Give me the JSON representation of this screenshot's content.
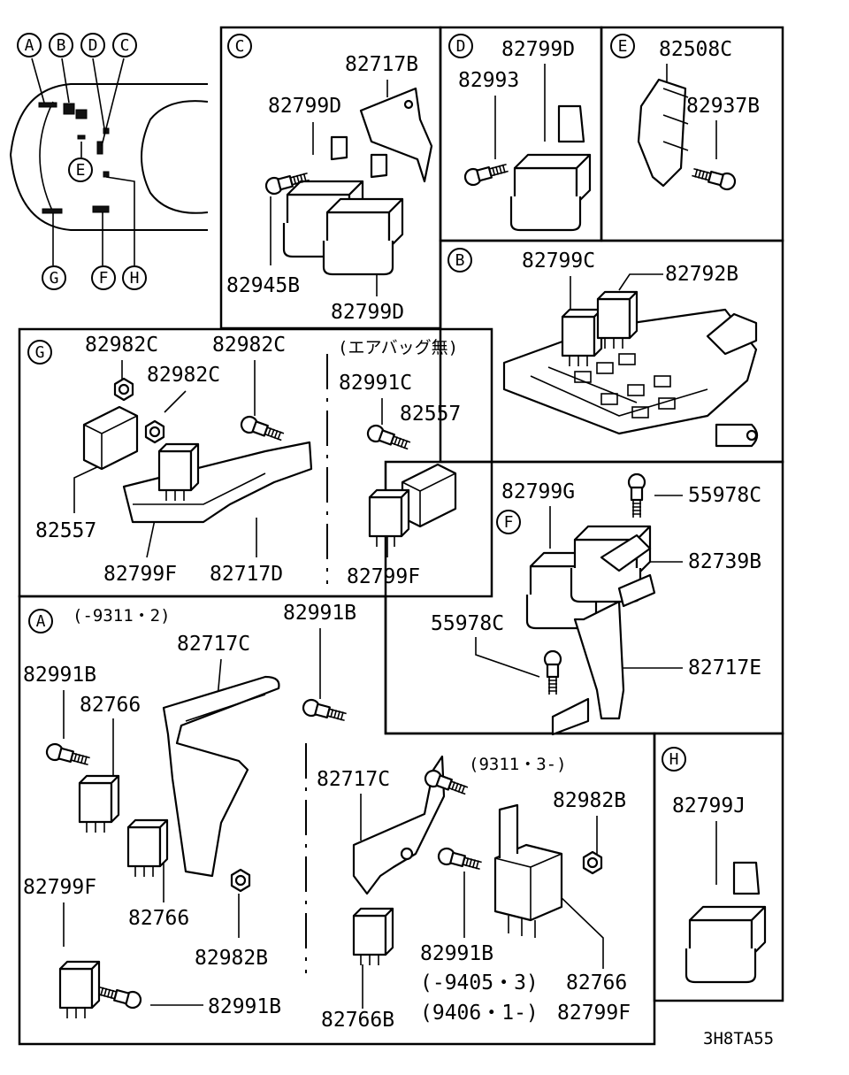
{
  "diagram_code": "3H8TA55",
  "locator": {
    "keys": [
      "A",
      "B",
      "D",
      "C",
      "E",
      "G",
      "F",
      "H"
    ]
  },
  "panels": {
    "C": {
      "key": "C",
      "parts": [
        "82717B",
        "82799D",
        "82945B",
        "82799D"
      ]
    },
    "D": {
      "key": "D",
      "parts": [
        "82799D",
        "82993"
      ]
    },
    "E": {
      "key": "E",
      "parts": [
        "82508C",
        "82937B"
      ]
    },
    "B": {
      "key": "B",
      "parts": [
        "82799C",
        "82792B"
      ]
    },
    "G": {
      "key": "G",
      "parts": [
        "82982C",
        "82982C",
        "82982C",
        "82557",
        "82799F",
        "82717D"
      ],
      "airbag_note": "(エアバッグ無)",
      "airbag_parts": [
        "82991C",
        "82557",
        "82799F"
      ]
    },
    "F": {
      "key": "F",
      "parts": [
        "82799G",
        "55978C",
        "82739B",
        "55978C",
        "82717E"
      ]
    },
    "A": {
      "key": "A",
      "date_range": "(-9311・2)",
      "parts": [
        "82991B",
        "82717C",
        "82991B",
        "82766",
        "82766",
        "82982B",
        "82799F",
        "82991B"
      ],
      "late_date_range": "(9311・3-)",
      "late_parts": [
        "82717C",
        "82982B",
        "82991B",
        "82766B"
      ],
      "late_rows": [
        {
          "range": "(-9405・3)",
          "part": "82766"
        },
        {
          "range": "(9406・1-)",
          "part": "82799F"
        }
      ]
    },
    "H": {
      "key": "H",
      "parts": [
        "82799J"
      ]
    }
  }
}
